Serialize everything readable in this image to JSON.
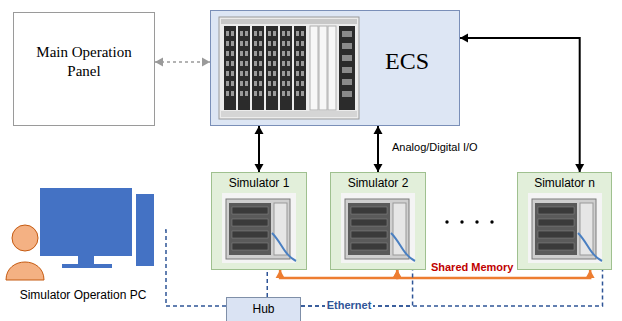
{
  "diagram": {
    "nodes": [
      {
        "text": [
          "Main Operation Panel"
        ]
      },
      {
        "text": [
          "ECS"
        ]
      },
      {
        "text": [
          "Simulator 1"
        ]
      },
      {
        "text": [
          "Simulator 2"
        ]
      },
      {
        "text": [
          "Simulator n"
        ]
      },
      {
        "text": [
          "Simulator Operation PC"
        ]
      },
      {
        "text": [
          "Hub"
        ]
      }
    ],
    "edges": [
      {
        "from": 0,
        "to": 1,
        "arrow": "both"
      },
      {
        "from": 1,
        "to": 2,
        "arrow": "both"
      },
      {
        "from": 1,
        "to": 3,
        "arrow": "both"
      },
      {
        "from": 1,
        "to": 4,
        "arrow": "both"
      },
      {
        "from": 2,
        "to": 3,
        "arrow": "both"
      },
      {
        "from": 3,
        "to": 4,
        "label": "Shared Memory",
        "arrow": "both"
      },
      {
        "from": 6,
        "to": 5,
        "arrow": "none"
      },
      {
        "from": 6,
        "to": 2,
        "arrow": "none"
      },
      {
        "from": 6,
        "to": 3,
        "arrow": "none"
      },
      {
        "from": 6,
        "to": 4,
        "label": "Ethernet",
        "arrow": "none"
      }
    ],
    "labels": [
      "Analog/Digital I/O"
    ]
  }
}
